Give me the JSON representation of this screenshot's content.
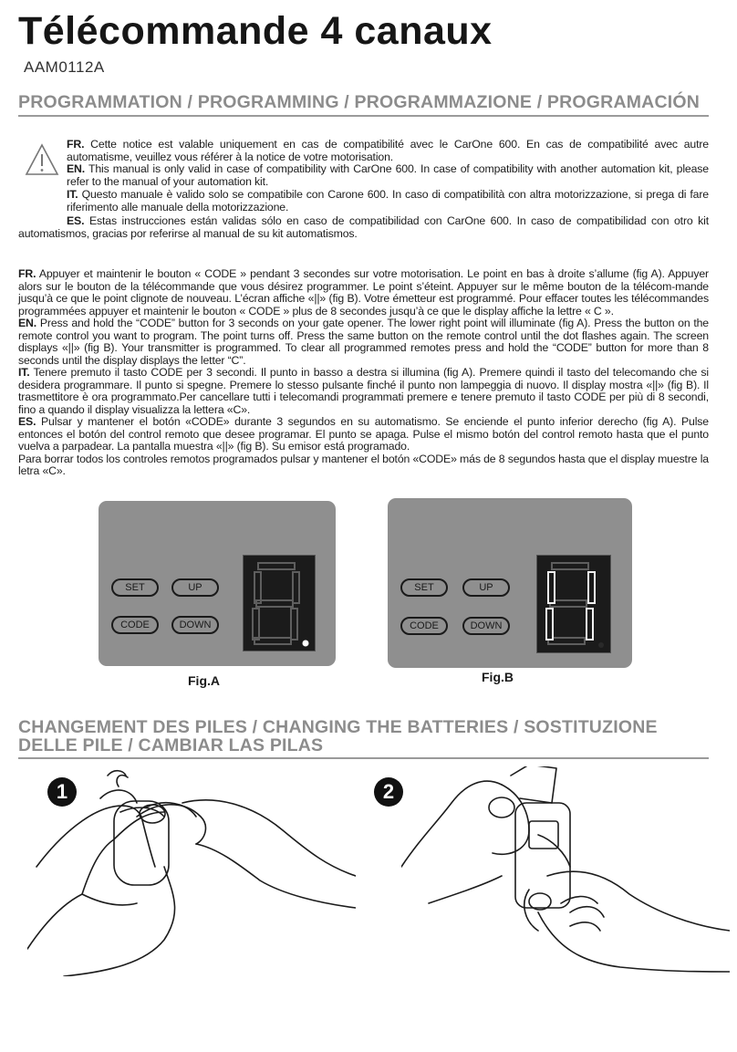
{
  "header": {
    "title": "Télécommande 4 canaux",
    "code": "AAM0112A"
  },
  "programming": {
    "heading": "PROGRAMMATION / PROGRAMMING / PROGRAMMAZIONE / PROGRAMACIÓN",
    "notice": {
      "fr_tag": "FR.",
      "fr": " Cette notice est valable uniquement en cas de compatibilité avec le CarOne 600. En cas de compatibilité avec autre automatisme, veuillez vous référer à la notice de votre motorisation.",
      "en_tag": "EN.",
      "en": " This manual is only valid in case of compatibility with CarOne 600. In case of compatibility with another automation kit, please refer to the manual of your automation kit.",
      "it_tag": "IT.",
      "it": " Questo manuale è valido solo se compatibile con Carone 600. In caso di compatibilità con altra motorizzazione, si prega di fare riferimento alle manuale della motorizzazione.",
      "es_tag": "ES.",
      "es": " Estas instrucciones están validas sólo en caso de compatibilidad con CarOne 600. In caso de compatibilidad con otro kit automatismos, gracias por referirse al manual de su kit automatismos."
    },
    "instructions": {
      "fr_tag": "FR.",
      "fr": " Appuyer et maintenir le bouton « CODE » pendant 3 secondes sur votre motorisation. Le point en bas à droite s’allume (fig A). Appuyer alors sur le bouton de la télécommande que vous désirez programmer. Le point s’éteint. Appuyer sur le même bouton de la télécom-mande jusqu’à ce que le point clignote de nouveau. L’écran affiche «||» (fig B). Votre émetteur est programmé. Pour effacer toutes les télécommandes programmées appuyer et maintenir le bouton « CODE » plus de 8 secondes jusqu’à ce que le display affiche la lettre « C ».",
      "en_tag": "EN.",
      "en": " Press and hold the “CODE” button for 3 seconds on your gate opener. The lower right point will illuminate (fig A). Press the button on the remote control you want to program. The point turns off. Press the same button on the remote control until the dot flashes again. The screen displays «||» (fig B). Your transmitter is programmed. To clear all programmed remotes press and hold the “CODE” button for more than 8 seconds until the display displays the letter “C”.",
      "it_tag": "IT.",
      "it": " Tenere premuto il tasto CODE per 3 secondi. Il punto in basso a destra si illumina (fig A). Premere quindi il tasto del telecomando che si desidera programmare. Il punto si spegne. Premere lo stesso pulsante finché il punto non lampeggia di nuovo. Il display mostra «||» (fig B). Il trasmettitore è ora programmato.Per cancellare tutti i telecomandi programmati premere e tenere premuto il tasto CODE per più di 8 secondi, fino a quando il display visualizza la lettera «C».",
      "es_tag": "ES.",
      "es": " Pulsar y mantener el botón «CODE» durante 3 segundos en su automatismo. Se enciende el punto inferior derecho (fig A). Pulse entonces el botón del control remoto que desee programar. El punto se apaga. Pulse el mismo botón del control remoto hasta que el punto vuelva a parpadear. La pantalla muestra «||» (fig B). Su emisor está programado.",
      "es2": "Para borrar todos los controles remotos programados pulsar y mantener el botón «CODE» más de 8 segundos hasta que el display muestre la letra «C»."
    }
  },
  "figures": {
    "buttons": {
      "set": "SET",
      "up": "UP",
      "code": "CODE",
      "down": "DOWN"
    },
    "fig_a_caption": "Fig.A",
    "fig_b_caption": "Fig.B"
  },
  "batteries": {
    "heading_line1": "CHANGEMENT DES PILES / CHANGING THE BATTERIES / SOSTITUZIONE",
    "heading_line2": "DELLE PILE / CAMBIAR LAS PILAS",
    "step1": "1",
    "step2": "2"
  }
}
